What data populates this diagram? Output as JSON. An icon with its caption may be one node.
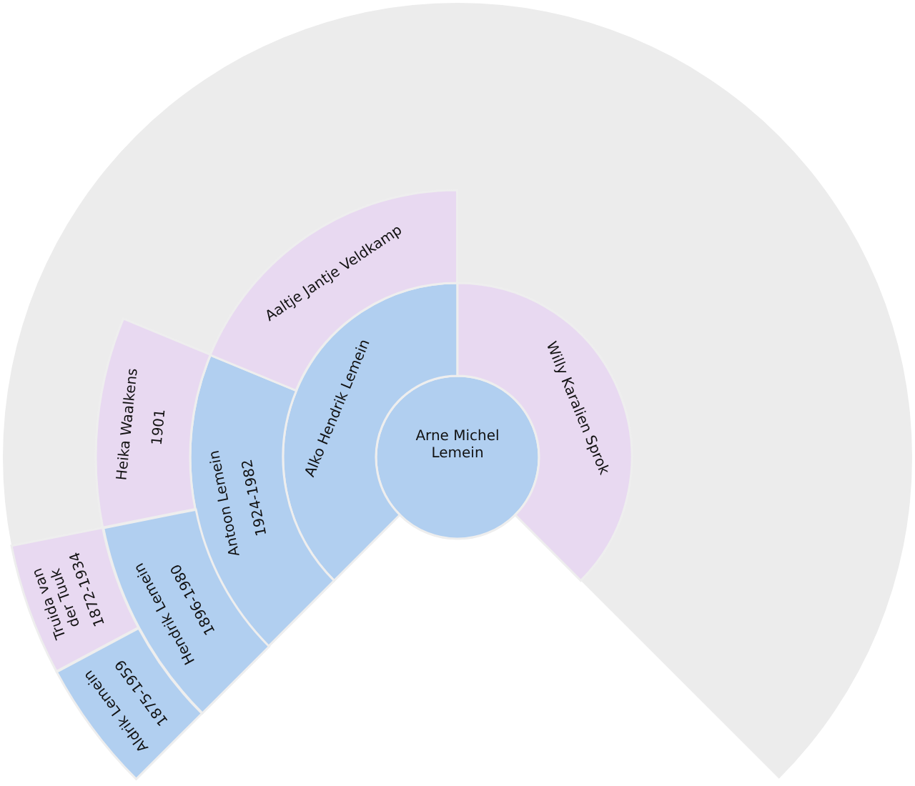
{
  "diagram": {
    "nodes": [
      {
        "text": [
          "Arne Michel Lemein"
        ]
      },
      {
        "text": [
          "Alko Hendrik Lemein"
        ]
      },
      {
        "text": [
          "Willy Karalien Sprok"
        ]
      },
      {
        "text": [
          "Antoon Lemein",
          "1924-1982"
        ]
      },
      {
        "text": [
          "Aaltje Jantje Veldkamp"
        ]
      },
      {
        "text": [
          "Hendrik Lemein",
          "1896-1980"
        ]
      },
      {
        "text": [
          "Heika Waalkens",
          "1901"
        ]
      },
      {
        "text": [
          "Aldrik Lemein",
          "1875-1959"
        ]
      },
      {
        "text": [
          "Truida van der Tuuk",
          "1872-1934"
        ]
      }
    ]
  }
}
